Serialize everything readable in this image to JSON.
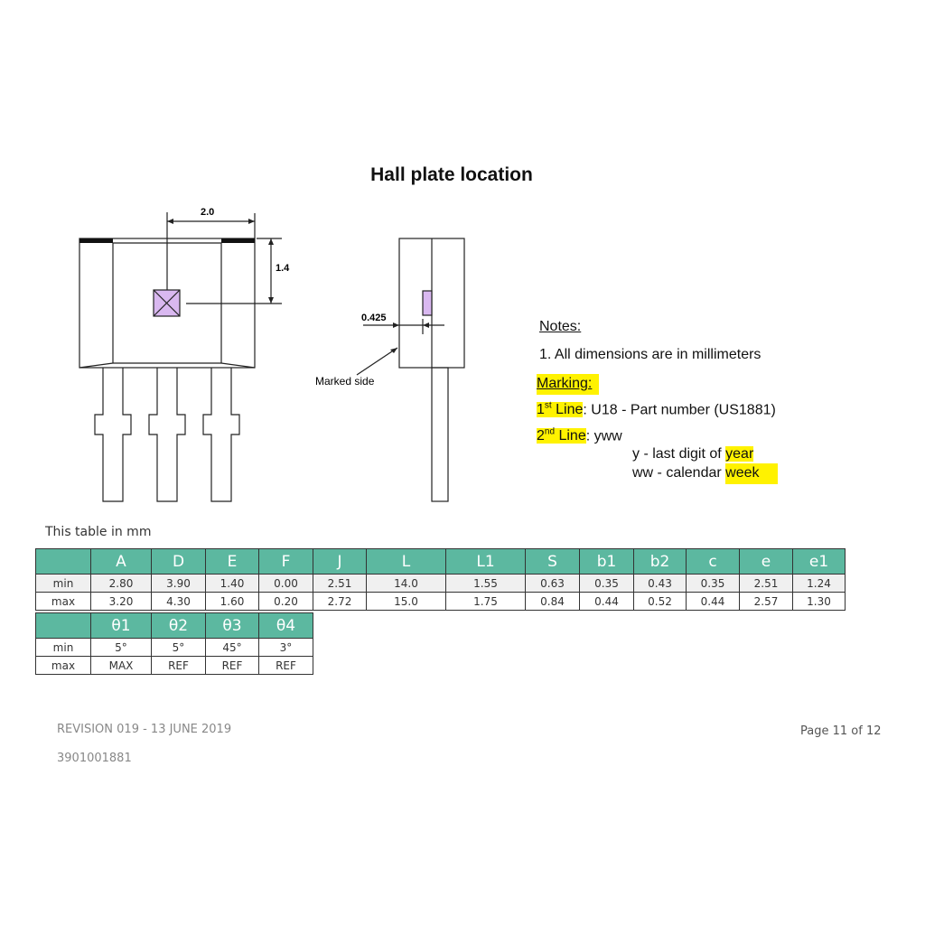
{
  "title": "Hall plate location",
  "drawing": {
    "dim_width": "2.0",
    "dim_height": "1.4",
    "dim_offset": "0.425",
    "marked_side": "Marked side",
    "hall_plate_color": "#d9b8f0"
  },
  "notes": {
    "heading": "Notes:",
    "item1": "1. All dimensions are in millimeters",
    "marking": "Marking:",
    "line1_prefix": "1",
    "line1_sup": "st",
    "line1_word": " Line",
    "line1_text": ": U18 - Part number (US1881)",
    "line2_prefix": "2",
    "line2_sup": "nd",
    "line2_word": " Line",
    "line2_text": ": yww",
    "y_text": "y - last digit of ",
    "y_hl": "year",
    "ww_text": "ww - calendar ",
    "ww_hl": "week",
    "highlight_color": "#fff200"
  },
  "table": {
    "caption": "This table in mm",
    "headers": [
      "A",
      "D",
      "E",
      "F",
      "J",
      "L",
      "L1",
      "S",
      "b1",
      "b2",
      "c",
      "e",
      "e1"
    ],
    "rows": [
      {
        "label": "min",
        "values": [
          "2.80",
          "3.90",
          "1.40",
          "0.00",
          "2.51",
          "14.0",
          "1.55",
          "0.63",
          "0.35",
          "0.43",
          "0.35",
          "2.51",
          "1.24"
        ]
      },
      {
        "label": "max",
        "values": [
          "3.20",
          "4.30",
          "1.60",
          "0.20",
          "2.72",
          "15.0",
          "1.75",
          "0.84",
          "0.44",
          "0.52",
          "0.44",
          "2.57",
          "1.30"
        ]
      }
    ],
    "angle_headers": [
      "θ1",
      "θ2",
      "θ3",
      "θ4"
    ],
    "angle_rows": [
      {
        "label": "min",
        "values": [
          "5°",
          "5°",
          "45°",
          "3°"
        ]
      },
      {
        "label": "max",
        "values": [
          "MAX",
          "REF",
          "REF",
          "REF"
        ]
      }
    ],
    "header_color": "#5cb8a0"
  },
  "footer": {
    "revision": "REVISION 019  - 13 JUNE 2019",
    "doc_number": "3901001881",
    "page": "Page 11 of 12"
  }
}
